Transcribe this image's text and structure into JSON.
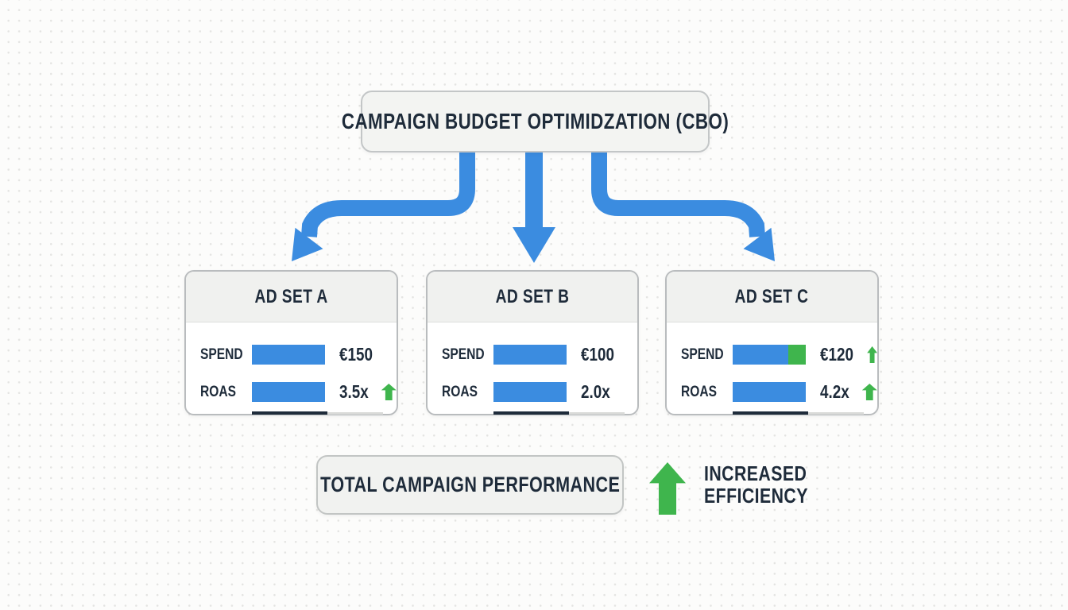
{
  "title_box": {
    "label": "CAMPAIGN BUDGET OPTIMIDZATION (CBO)"
  },
  "colors": {
    "blue": "#3b8ce0",
    "green": "#3fb54d",
    "navy": "#1e2b3a"
  },
  "ad_sets": [
    {
      "name": "AD SET A",
      "spend": {
        "label": "SPEND",
        "value": "€150",
        "arrow": false
      },
      "roas": {
        "label": "ROAS",
        "value": "3.5x",
        "arrow": true
      },
      "spend_bar": [
        {
          "color": "#3b8ce0",
          "width": 92
        }
      ],
      "roas_bar": [
        {
          "color": "#3b8ce0",
          "width": 92
        }
      ]
    },
    {
      "name": "AD SET B",
      "spend": {
        "label": "SPEND",
        "value": "€100",
        "arrow": false
      },
      "roas": {
        "label": "ROAS",
        "value": "2.0x",
        "arrow": false
      },
      "spend_bar": [
        {
          "color": "#3b8ce0",
          "width": 92
        }
      ],
      "roas_bar": [
        {
          "color": "#3b8ce0",
          "width": 92
        }
      ]
    },
    {
      "name": "AD SET C",
      "spend": {
        "label": "SPEND",
        "value": "€120",
        "arrow": true
      },
      "roas": {
        "label": "ROAS",
        "value": "4.2x",
        "arrow": true
      },
      "spend_bar": [
        {
          "color": "#3b8ce0",
          "width": 70
        },
        {
          "color": "#3fb54d",
          "width": 22
        }
      ],
      "roas_bar": [
        {
          "color": "#3b8ce0",
          "width": 92
        }
      ]
    }
  ],
  "footer": {
    "total_label": "TOTAL CAMPAIGN PERFORMANCE",
    "efficiency_line1": "INCREASED",
    "efficiency_line2": "EFFICIENCY"
  }
}
